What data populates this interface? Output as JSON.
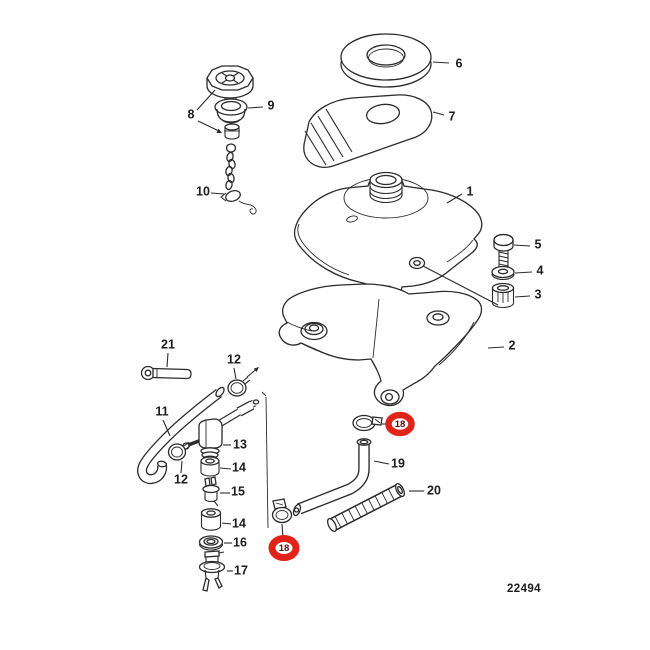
{
  "diagram": {
    "drawing_number": "22494",
    "colors": {
      "line": "#2b2b2b",
      "highlight": "#e2231a",
      "background": "#ffffff"
    },
    "labels": {
      "part1": "1",
      "part2": "2",
      "part3": "3",
      "part4": "4",
      "part5": "5",
      "part6": "6",
      "part7": "7",
      "part8": "8",
      "part9": "9",
      "part10": "10",
      "part11": "11",
      "part12": "12",
      "part13": "13",
      "part14": "14",
      "part15": "15",
      "part16": "16",
      "part17": "17",
      "part18": "18",
      "part19": "19",
      "part20": "20",
      "part21": "21"
    },
    "highlighted_parts": [
      "18"
    ]
  }
}
